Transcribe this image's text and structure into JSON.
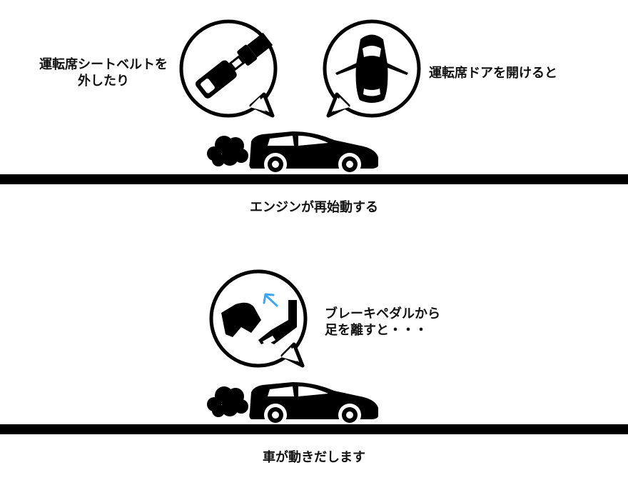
{
  "section1": {
    "seatbelt_label_line1": "運転席シートベルトを",
    "seatbelt_label_line2": "外したり",
    "door_label": "運転席ドアを開けると",
    "caption": "エンジンが再始動する"
  },
  "section2": {
    "brake_label_line1": "ブレーキペダルから",
    "brake_label_line2": "足を離すと・・・",
    "caption": "車が動きだします"
  },
  "colors": {
    "ink": "#000000",
    "arrow": "#3da6f0",
    "background": "#ffffff"
  },
  "icons": [
    "seatbelt-icon",
    "car-door-open-icon",
    "exhaust-smoke-icon",
    "car-icon",
    "foot-release-pedal-icon"
  ]
}
